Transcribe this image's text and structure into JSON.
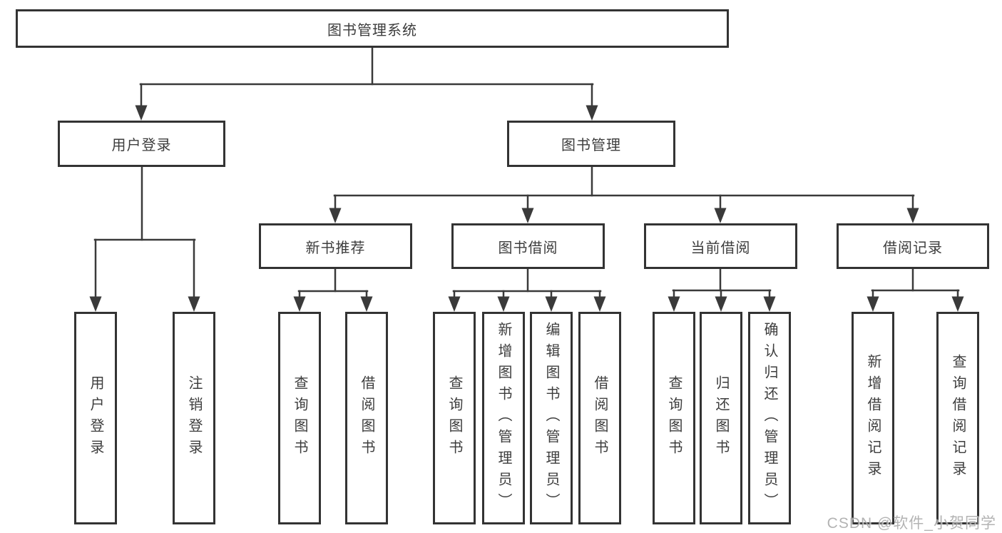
{
  "diagram": {
    "root": {
      "label": "图书管理系统"
    },
    "children": [
      {
        "label": "用户登录",
        "children": [
          {
            "label": "用户登录"
          },
          {
            "label": "注销登录"
          }
        ]
      },
      {
        "label": "图书管理",
        "children": [
          {
            "label": "新书推荐",
            "children": [
              {
                "label": "查询图书"
              },
              {
                "label": "借阅图书"
              }
            ]
          },
          {
            "label": "图书借阅",
            "children": [
              {
                "label": "查询图书"
              },
              {
                "label": "新增图书（管理员）"
              },
              {
                "label": "编辑图书（管理员）"
              },
              {
                "label": "借阅图书"
              }
            ]
          },
          {
            "label": "当前借阅",
            "children": [
              {
                "label": "查询图书"
              },
              {
                "label": "归还图书"
              },
              {
                "label": "确认归还（管理员）"
              }
            ]
          },
          {
            "label": "借阅记录",
            "children": [
              {
                "label": "新增借阅记录"
              },
              {
                "label": "查询借阅记录"
              }
            ]
          }
        ]
      }
    ]
  },
  "watermark": {
    "text": "CSDN @软件_小贺同学"
  },
  "colors": {
    "line": "#3a3a3a",
    "box_border": "#333333",
    "text": "#3d3d3d",
    "watermark": "#a6a6a6",
    "background": "#ffffff"
  }
}
